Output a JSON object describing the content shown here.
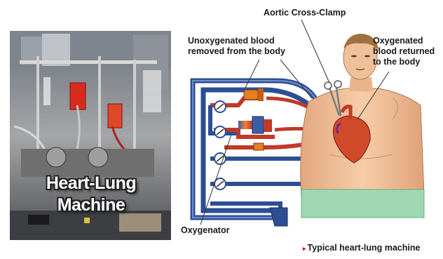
{
  "photo": {
    "label_line1": "Heart-Lung",
    "label_line2": "Machine"
  },
  "diagram": {
    "labels": {
      "aortic_clamp": "Aortic Cross-Clamp",
      "unoxygenated_line1": "Unoxygenated blood",
      "unoxygenated_line2": "removed from the body",
      "oxygenated_line1": "Oxygenated",
      "oxygenated_line2": "blood returned",
      "oxygenated_line3": "to the body",
      "oxygenator": "Oxygenator"
    },
    "caption_marker": "▸",
    "caption": "Typical heart-lung machine"
  },
  "colors": {
    "venous_blue": "#2c4f94",
    "arterial_red": "#c0392b",
    "pump_orange": "#e67e22",
    "skin": "#f0c09a"
  }
}
